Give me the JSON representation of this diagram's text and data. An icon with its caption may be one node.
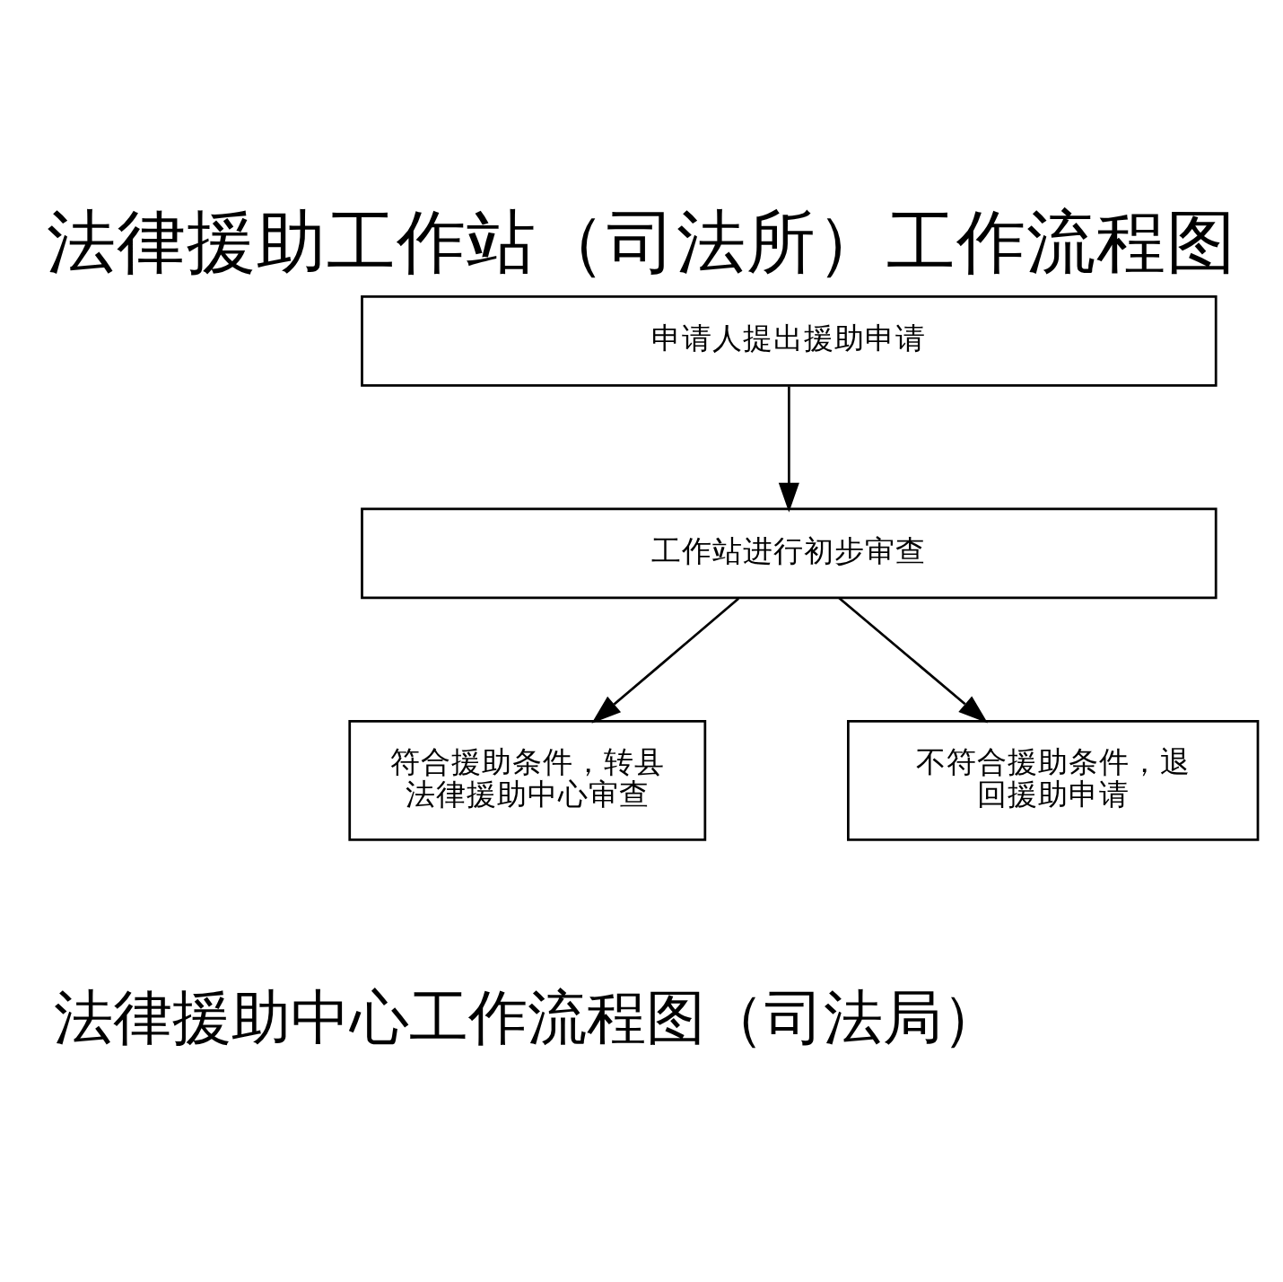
{
  "diagram": {
    "title": "法律援助工作站（司法所）工作流程图",
    "nodes": [
      {
        "text": [
          "申请人提出援助申请"
        ]
      },
      {
        "text": [
          "工作站进行初步审查"
        ]
      },
      {
        "text": [
          "符合援助条件，转县法律援助中心审查"
        ]
      },
      {
        "text": [
          "不符合援助条件，退回援助申请"
        ]
      }
    ],
    "edges": [
      {
        "from": 0,
        "to": 1,
        "arrow": "to"
      },
      {
        "from": 1,
        "to": 2,
        "arrow": "to"
      },
      {
        "from": 1,
        "to": 3,
        "arrow": "to"
      }
    ],
    "labels": [
      "法律援助中心工作流程图（司法局）"
    ]
  }
}
